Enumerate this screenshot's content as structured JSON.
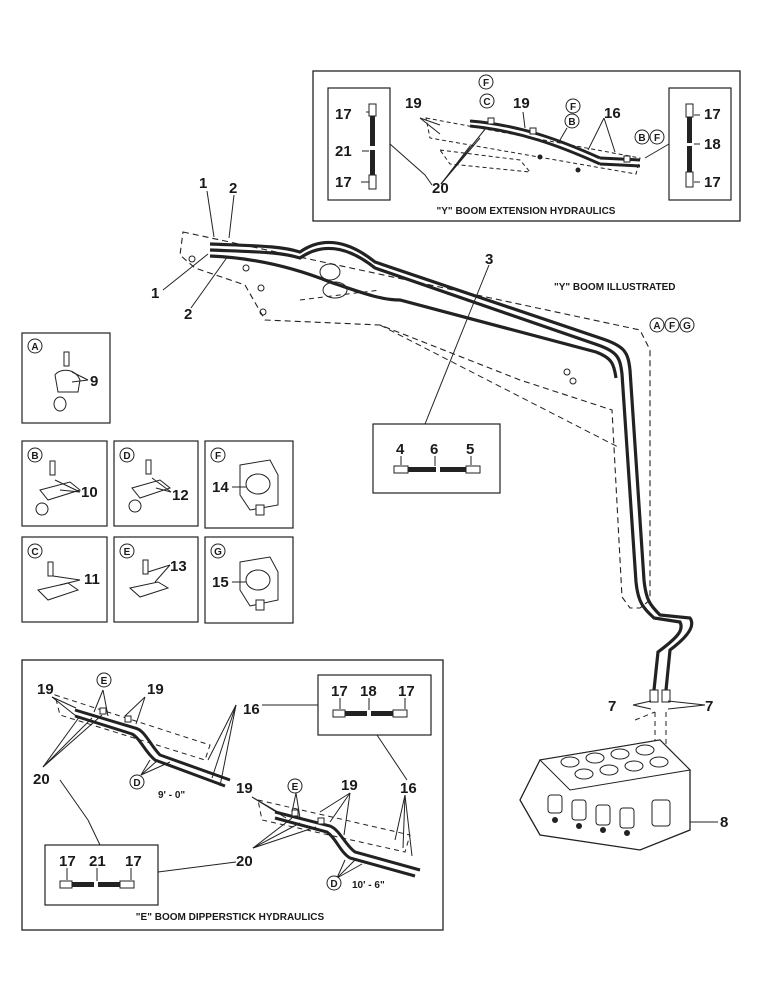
{
  "captions": {
    "y_boom_extension": "\"Y\" BOOM EXTENSION HYDRAULICS",
    "y_boom_illustrated": "\"Y\" BOOM ILLUSTRATED",
    "e_boom_dipperstick": "\"E\" BOOM DIPPERSTICK HYDRAULICS"
  },
  "lengths": {
    "short": "9' - 0\"",
    "long": "10' - 6\""
  },
  "letters": {
    "a": "A",
    "b": "B",
    "c": "C",
    "d": "D",
    "e": "E",
    "f": "F",
    "g": "G"
  },
  "parts": {
    "p1": "1",
    "p2": "2",
    "p3": "3",
    "p4": "4",
    "p5": "5",
    "p6": "6",
    "p7": "7",
    "p8": "8",
    "p9": "9",
    "p10": "10",
    "p11": "11",
    "p12": "12",
    "p13": "13",
    "p14": "14",
    "p15": "15",
    "p16": "16",
    "p17": "17",
    "p18": "18",
    "p19": "19",
    "p20": "20",
    "p21": "21"
  },
  "colors": {
    "ink": "#1a1a1a",
    "paper": "#ffffff",
    "panel_stroke": "#222222"
  }
}
